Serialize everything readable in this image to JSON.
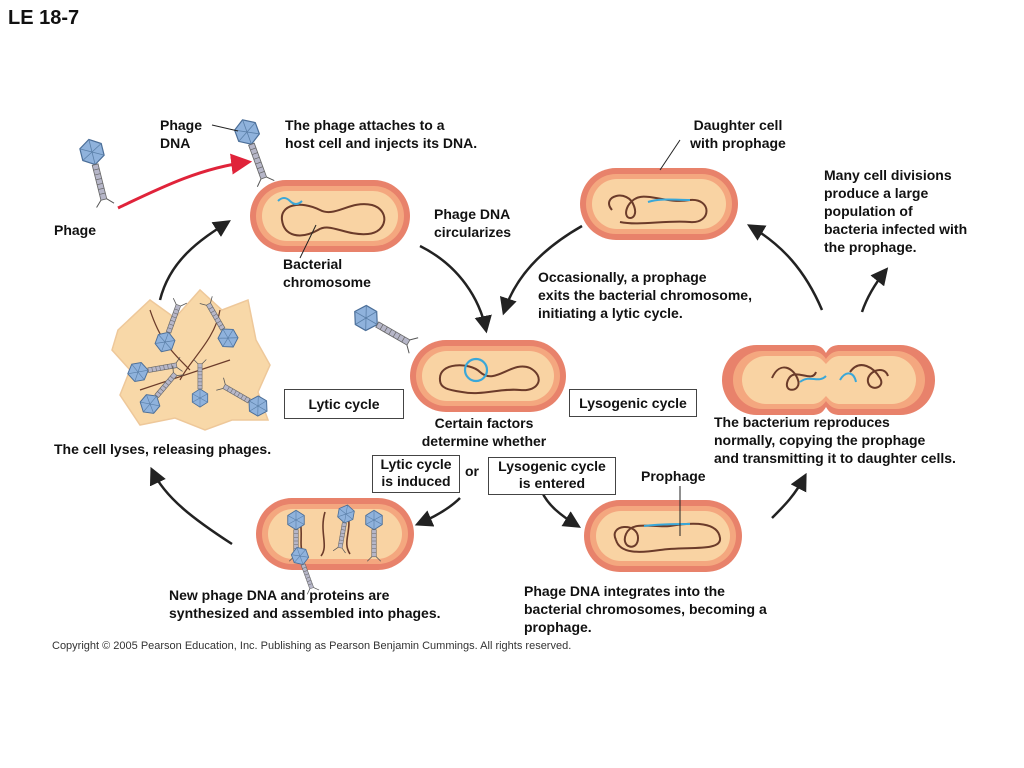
{
  "title": "LE 18-7",
  "labels": {
    "phage_dna": "Phage\nDNA",
    "phage": "Phage",
    "attach": "The phage attaches to a\nhost cell and injects its DNA.",
    "bacterial_chromosome": "Bacterial\nchromosome",
    "circularizes": "Phage DNA\ncircularizes",
    "daughter_cell": "Daughter cell\nwith prophage",
    "many_divisions": "Many cell divisions\nproduce a large\npopulation of\nbacteria infected with\nthe prophage.",
    "occasionally": "Occasionally, a prophage\nexits the bacterial chromosome,\ninitiating a lytic cycle.",
    "lytic_cycle": "Lytic cycle",
    "lysogenic_cycle": "Lysogenic cycle",
    "certain_factors": "Certain factors\ndetermine whether",
    "lytic_induced": "Lytic cycle\nis induced",
    "or": "or",
    "lysogenic_entered": "Lysogenic cycle\nis entered",
    "cell_lyses": "The cell lyses, releasing phages.",
    "reproduces": "The bacterium reproduces\nnormally, copying the prophage\nand transmitting it to daughter cells.",
    "prophage": "Prophage",
    "new_phage_dna": "New phage DNA and proteins are\nsynthesized and assembled into phages.",
    "integrates": "Phage DNA integrates into the\nbacterial chromosomes, becoming a\nprophage."
  },
  "copyright": "Copyright ©  2005 Pearson Education, Inc. Publishing as Pearson Benjamin Cummings. All rights reserved.",
  "colors": {
    "cell_fill": "#f9d3a3",
    "cell_outer": "#e8826b",
    "cell_inner": "#f4a77f",
    "chromosome": "#6b3b2a",
    "phage_dna": "#3aa7d8",
    "phage_head": "#8fb2dc",
    "arrow_red": "#e0233a",
    "arrow": "#222222",
    "lysed": "#f8d8a8"
  }
}
